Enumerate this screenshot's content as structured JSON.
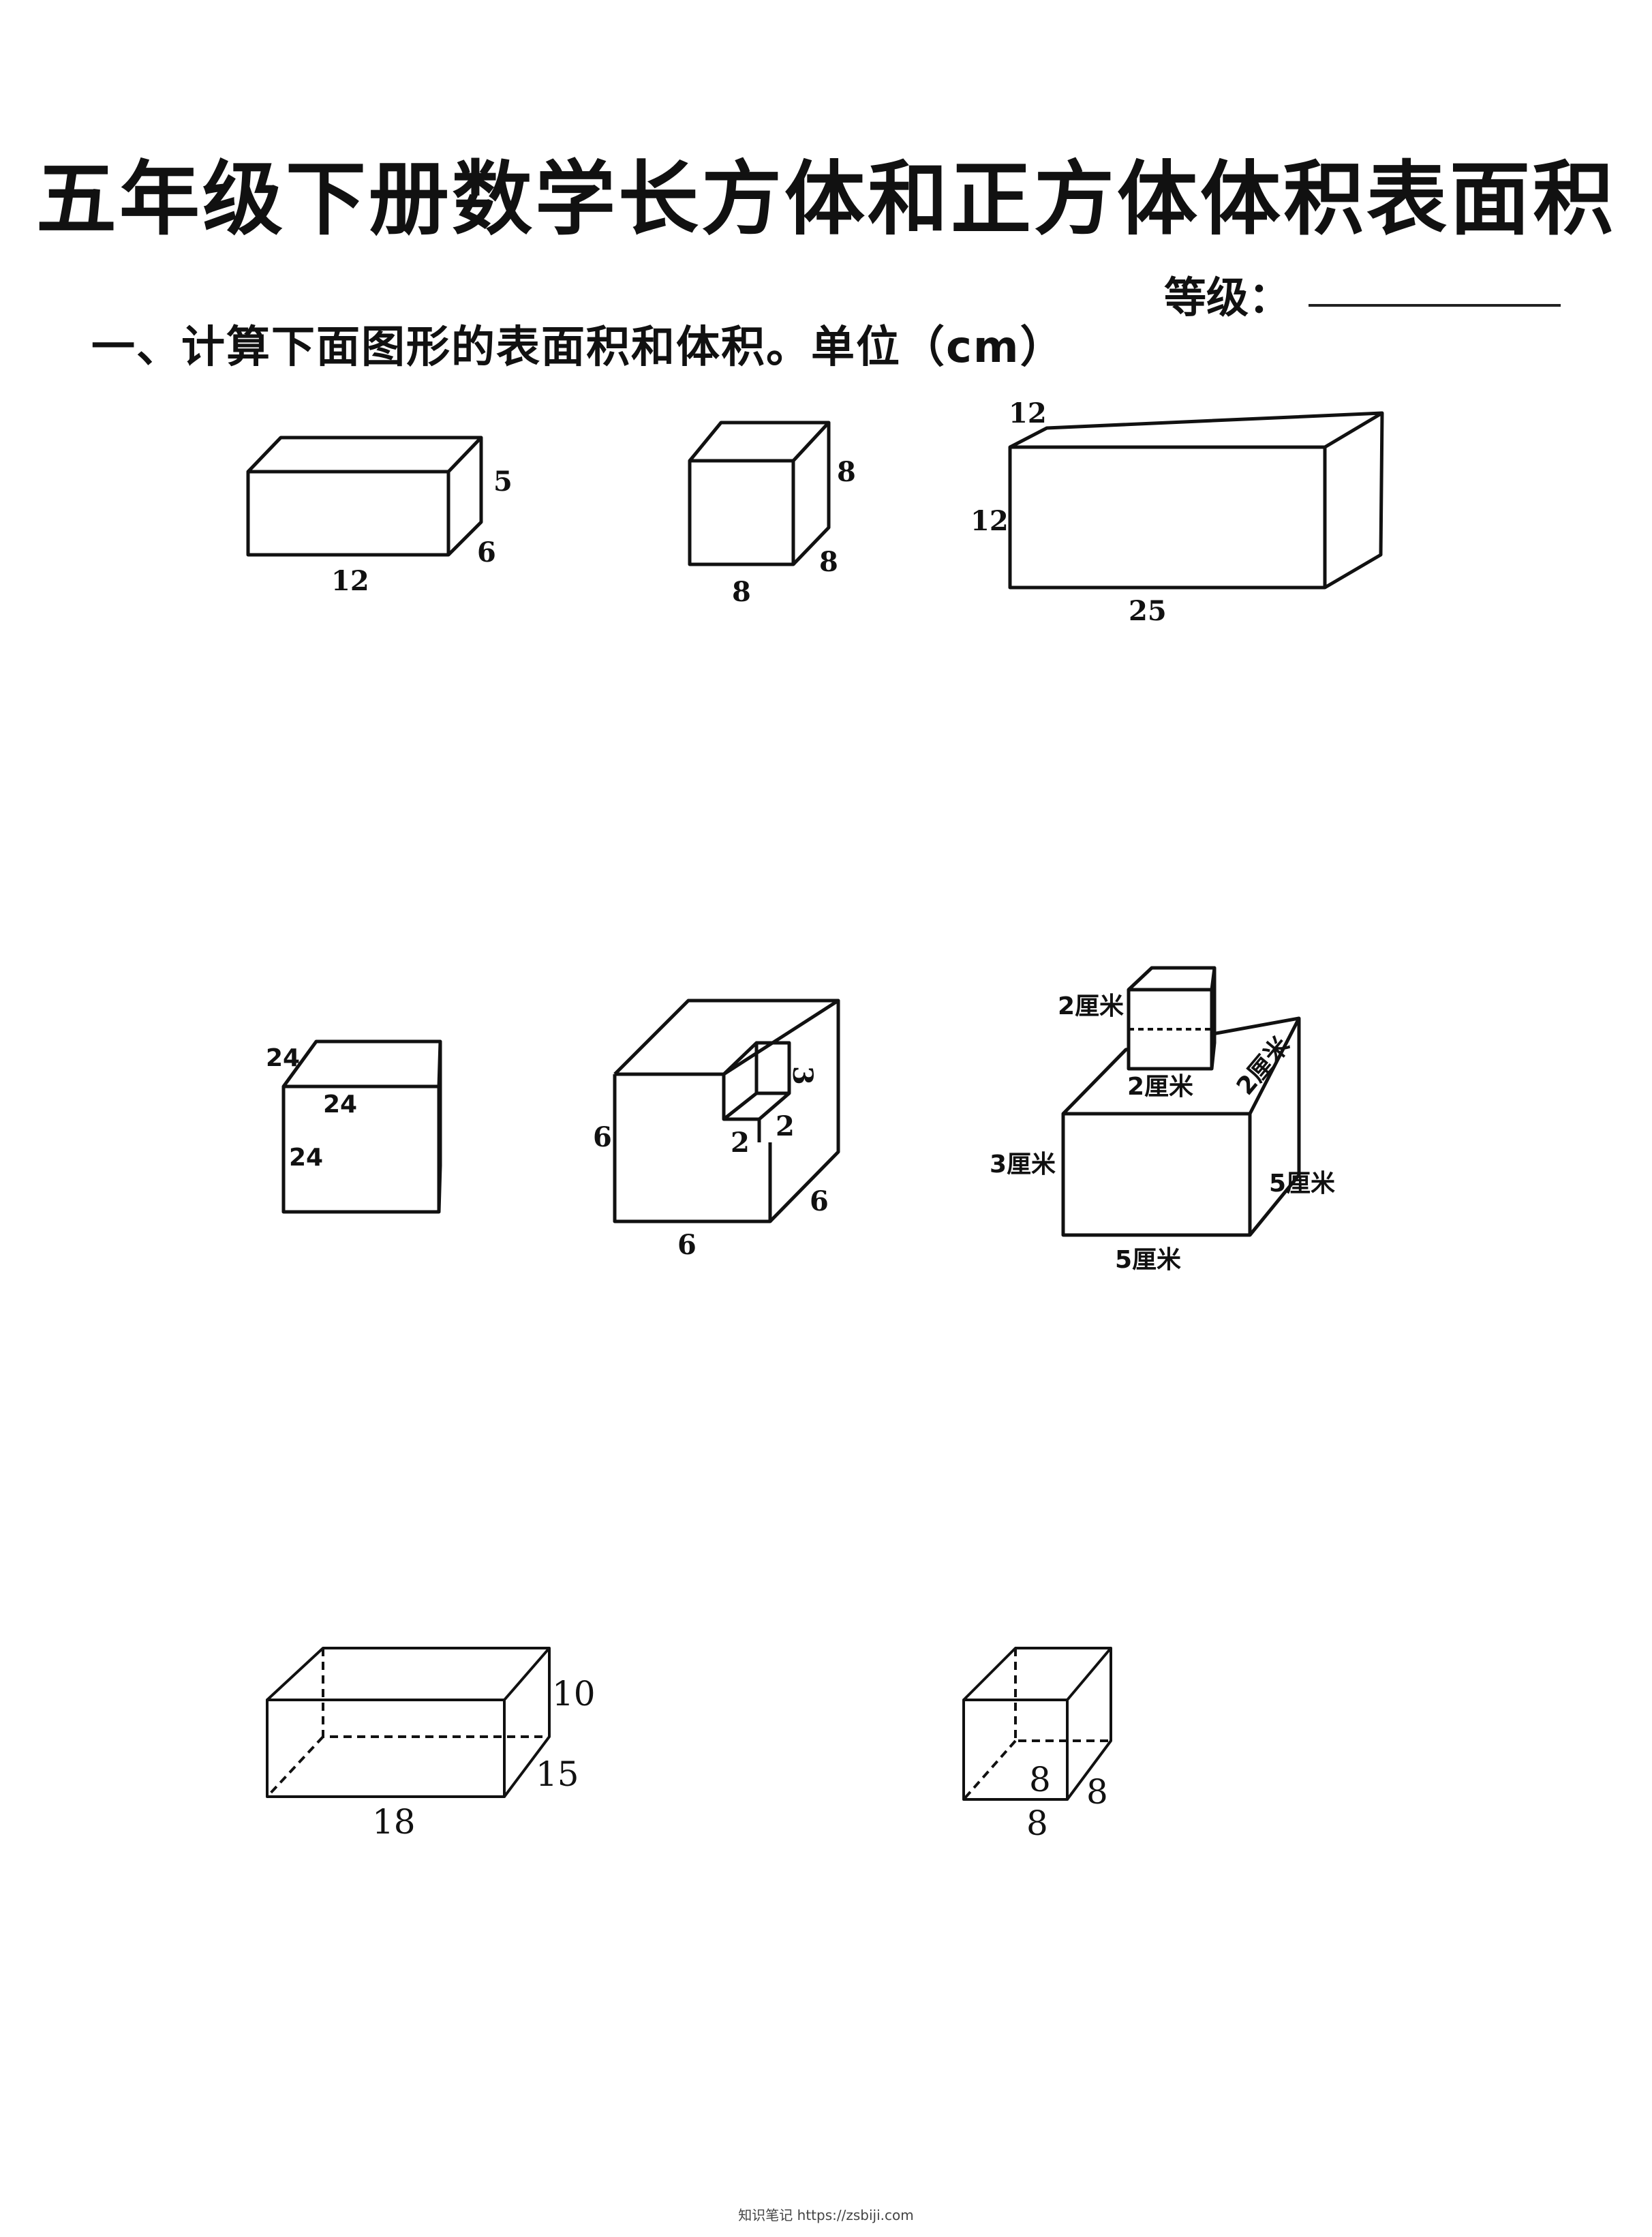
{
  "title": "五年级下册数学长方体和正方体体积表面积",
  "grade_label": "等级：",
  "section_1": "一、计算下面图形的表面积和体积。单位（cm）",
  "figures": {
    "fig1": {
      "length": "12",
      "height": "5",
      "width": "6"
    },
    "fig2": {
      "length": "8",
      "height": "8",
      "width": "8"
    },
    "fig3": {
      "length": "25",
      "height": "12",
      "width": "12"
    },
    "fig4": {
      "edge_top": "24",
      "edge_front": "24",
      "edge_side": "24"
    },
    "fig5": {
      "height": "6",
      "length": "6",
      "width": "6",
      "cut_h": "3",
      "cut_w": "2",
      "cut_d": "2"
    },
    "fig6": {
      "small_h": "2厘米",
      "small_w": "2厘米",
      "small_d": "2厘米",
      "big_h": "3厘米",
      "big_l": "5厘米",
      "big_w": "5厘米"
    },
    "fig7": {
      "length": "18",
      "height": "10",
      "width": "15"
    },
    "fig8": {
      "length": "8",
      "height": "8",
      "width": "8"
    }
  },
  "footer": "知识笔记 https://zsbiji.com"
}
